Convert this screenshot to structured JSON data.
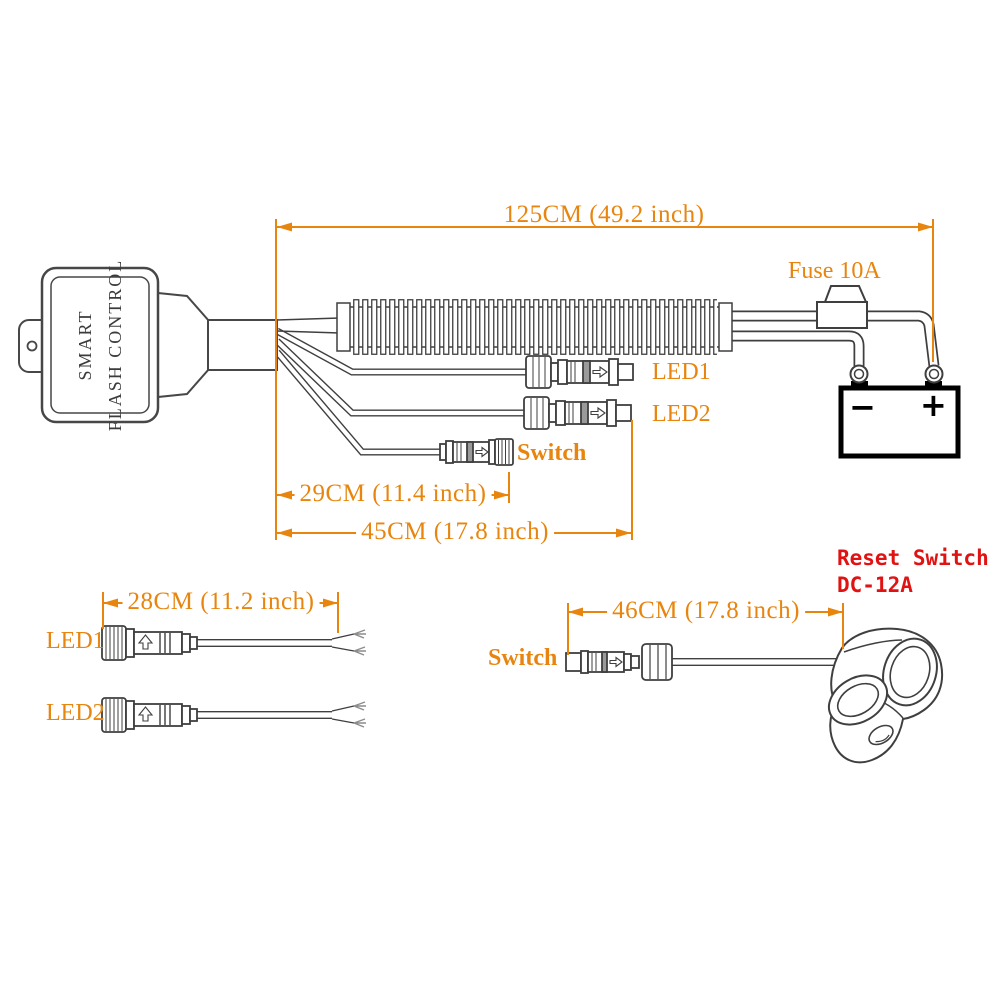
{
  "texts": {
    "dim_total": "125CM (49.2 inch)",
    "dim_switch_branch": "29CM (11.4 inch)",
    "dim_led_branch": "45CM (17.8 inch)",
    "dim_led_cable": "28CM (11.2 inch)",
    "dim_switch_cable": "46CM (17.8 inch)",
    "fuse": "Fuse 10A",
    "led1": "LED1",
    "led2": "LED2",
    "switch": "Switch",
    "battery": {
      "minus": "−",
      "plus": "+"
    },
    "control_box": {
      "line1": "SMART",
      "line2": "FLASH CONTROL"
    },
    "reset": {
      "line1": "Reset Switch",
      "line2": "DC-12A"
    }
  },
  "colors": {
    "dimension_orange": "#e8850e",
    "reset_red": "#e01212",
    "line_gray": "#3f3f3f"
  }
}
